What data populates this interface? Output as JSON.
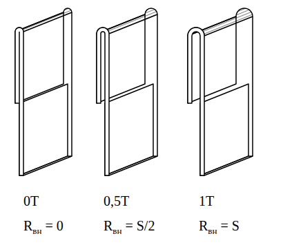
{
  "diagram": {
    "labels": [
      "0T",
      "0,5T",
      "1T",
      "R",
      "вн",
      "= 0",
      "R",
      "вн",
      "= S/2",
      "R",
      "вн",
      "= S"
    ]
  }
}
